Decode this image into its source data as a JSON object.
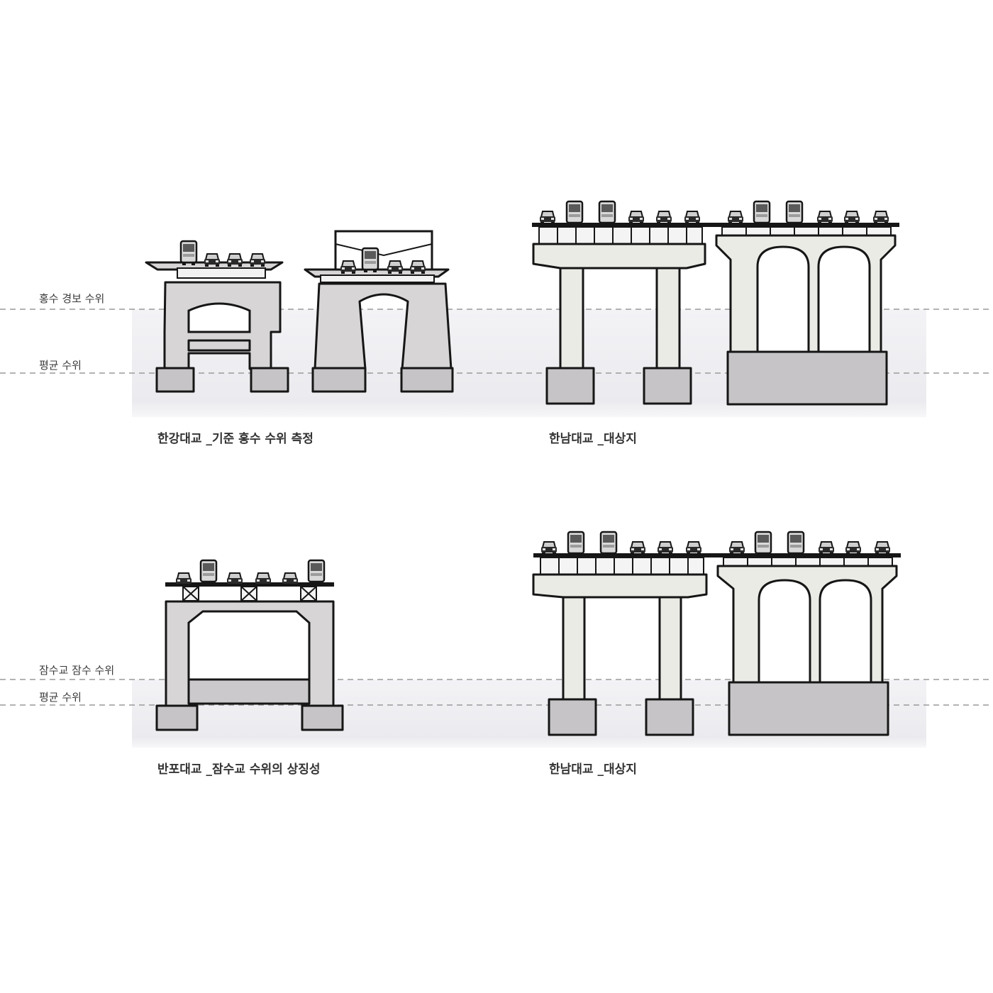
{
  "top": {
    "levels": {
      "flood_warning": "홍수 경보 수위",
      "average": "평균 수위"
    },
    "captions": {
      "left": "한강대교 _기준 홍수 수위 측정",
      "right": "한남대교 _대상지"
    }
  },
  "bottom": {
    "levels": {
      "jamsu": "잠수교 잠수 수위",
      "average": "평균 수위"
    },
    "captions": {
      "left": "반포대교 _잠수교 수위의 상징성",
      "right": "한남대교 _대상지"
    }
  },
  "colors": {
    "ink": "#161616",
    "concrete": "#d7d5d6",
    "pale_concrete": "#ebebe6",
    "water": "#efeff3",
    "dash": "#9a9a9a"
  }
}
